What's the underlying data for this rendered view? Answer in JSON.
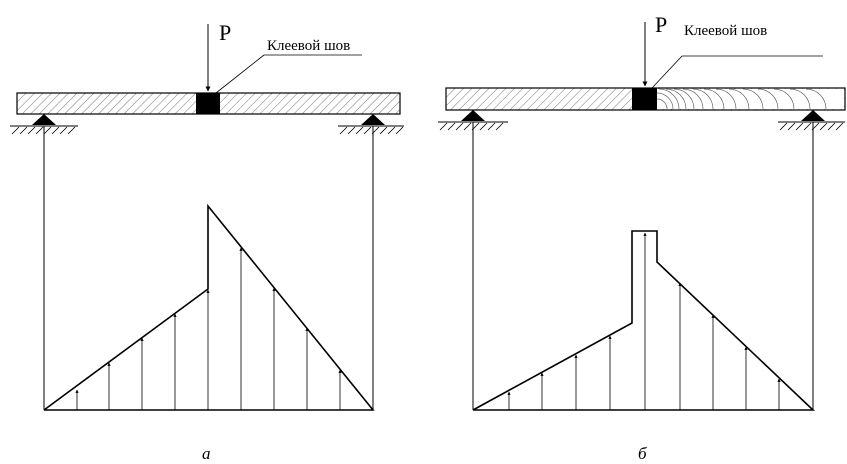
{
  "panels": [
    {
      "id": "a",
      "panel_label": "а",
      "load_label": "P",
      "seam_label": "Клеевой шов",
      "diagram": "stress-jump-at-seam"
    },
    {
      "id": "b",
      "panel_label": "б",
      "load_label": "P",
      "seam_label": "Клеевой шов",
      "diagram": "stress-peak-at-seam"
    }
  ],
  "colors": {
    "line": "#000000",
    "seam": "#000000",
    "hatch": "#555555",
    "background": "#ffffff"
  }
}
